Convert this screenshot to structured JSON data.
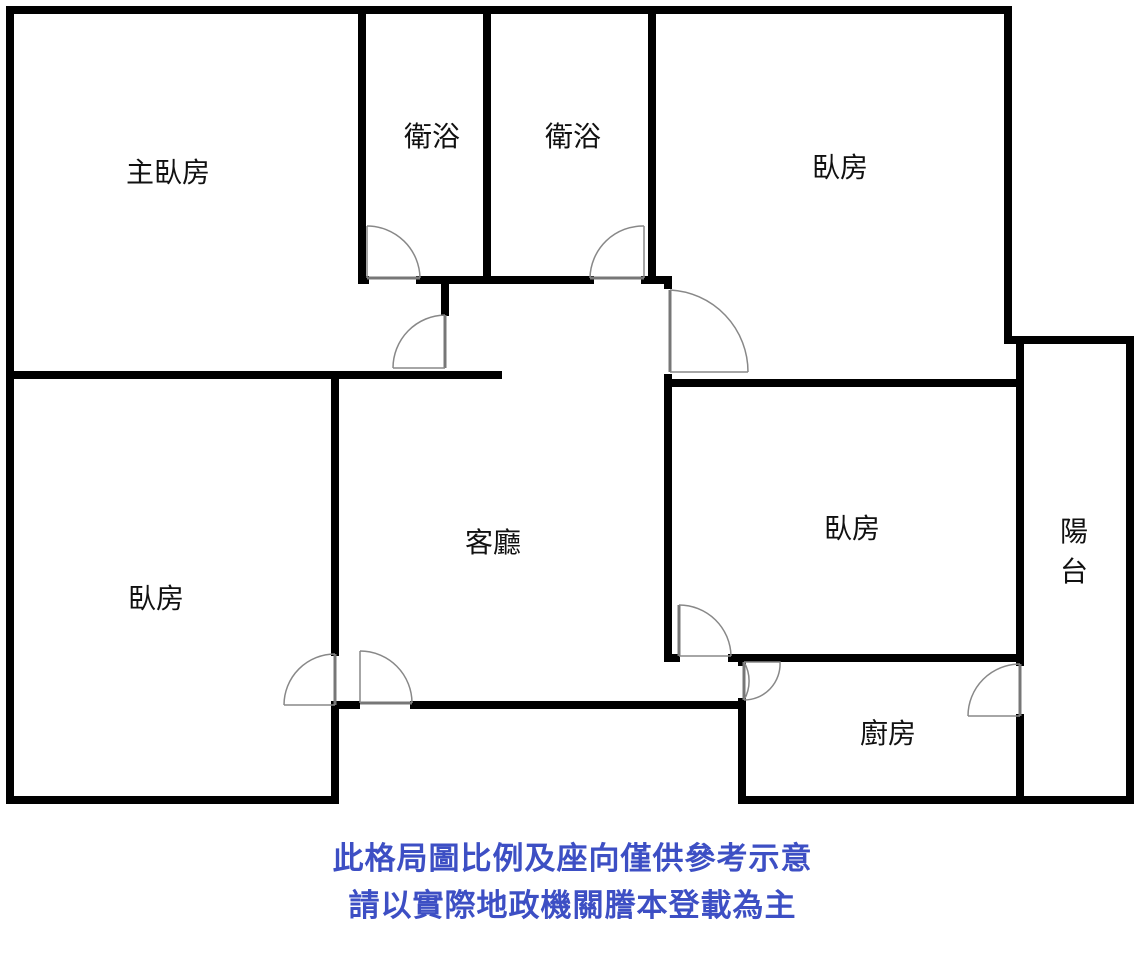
{
  "rooms": {
    "master_bedroom": "主臥房",
    "bath_1": "衛浴",
    "bath_2": "衛浴",
    "bedroom_top_right": "臥房",
    "bedroom_left": "臥房",
    "living_room": "客廳",
    "bedroom_middle_right": "臥房",
    "balcony": "陽台",
    "kitchen": "廚房"
  },
  "disclaimer": {
    "line1": "此格局圖比例及座向僅供參考示意",
    "line2": "請以實際地政機關謄本登載為主"
  },
  "colors": {
    "wall": "#000000",
    "disclaimer": "#3d4fc4"
  }
}
